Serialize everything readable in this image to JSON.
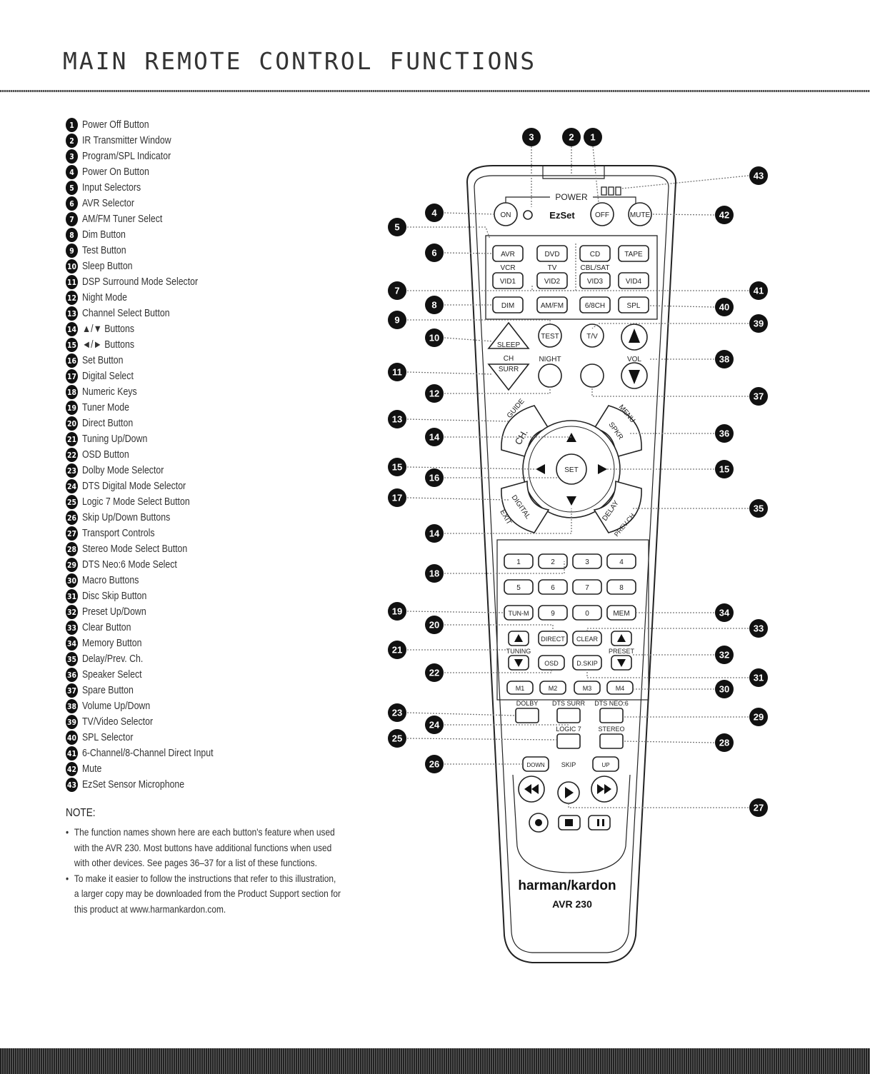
{
  "page": {
    "title": "MAIN REMOTE CONTROL FUNCTIONS"
  },
  "legend": [
    {
      "num": "1",
      "label": "Power Off Button"
    },
    {
      "num": "2",
      "label": "IR Transmitter Window"
    },
    {
      "num": "3",
      "label": "Program/SPL Indicator"
    },
    {
      "num": "4",
      "label": "Power On Button"
    },
    {
      "num": "5",
      "label": "Input Selectors"
    },
    {
      "num": "6",
      "label": "AVR Selector"
    },
    {
      "num": "7",
      "label": "AM/FM Tuner Select"
    },
    {
      "num": "8",
      "label": "Dim Button"
    },
    {
      "num": "9",
      "label": "Test Button"
    },
    {
      "num": "10",
      "label": "Sleep Button"
    },
    {
      "num": "11",
      "label": "DSP Surround Mode Selector"
    },
    {
      "num": "12",
      "label": "Night Mode"
    },
    {
      "num": "13",
      "label": "Channel Select Button"
    },
    {
      "num": "14",
      "label": "▲/▼ Buttons"
    },
    {
      "num": "15",
      "label": "◄/► Buttons"
    },
    {
      "num": "16",
      "label": "Set Button"
    },
    {
      "num": "17",
      "label": "Digital Select"
    },
    {
      "num": "18",
      "label": "Numeric Keys"
    },
    {
      "num": "19",
      "label": "Tuner Mode"
    },
    {
      "num": "20",
      "label": "Direct Button"
    },
    {
      "num": "21",
      "label": "Tuning Up/Down"
    },
    {
      "num": "22",
      "label": "OSD Button"
    },
    {
      "num": "23",
      "label": "Dolby Mode Selector"
    },
    {
      "num": "24",
      "label": "DTS Digital Mode Selector"
    },
    {
      "num": "25",
      "label": "Logic 7 Mode Select Button"
    },
    {
      "num": "26",
      "label": "Skip Up/Down Buttons"
    },
    {
      "num": "27",
      "label": "Transport Controls"
    },
    {
      "num": "28",
      "label": "Stereo Mode Select Button"
    },
    {
      "num": "29",
      "label": "DTS Neo:6 Mode Select"
    },
    {
      "num": "30",
      "label": "Macro Buttons"
    },
    {
      "num": "31",
      "label": "Disc Skip Button"
    },
    {
      "num": "32",
      "label": "Preset Up/Down"
    },
    {
      "num": "33",
      "label": "Clear Button"
    },
    {
      "num": "34",
      "label": "Memory Button"
    },
    {
      "num": "35",
      "label": "Delay/Prev. Ch."
    },
    {
      "num": "36",
      "label": "Speaker Select"
    },
    {
      "num": "37",
      "label": "Spare Button"
    },
    {
      "num": "38",
      "label": "Volume Up/Down"
    },
    {
      "num": "39",
      "label": "TV/Video Selector"
    },
    {
      "num": "40",
      "label": "SPL Selector"
    },
    {
      "num": "41",
      "label": "6-Channel/8-Channel Direct Input"
    },
    {
      "num": "42",
      "label": "Mute"
    },
    {
      "num": "43",
      "label": "EzSet Sensor Microphone"
    }
  ],
  "note": {
    "heading": "NOTE:",
    "items": [
      "The function names shown here are each button's feature when used with the AVR 230. Most buttons have additional functions when used with other devices. See pages 36–37 for a list of these functions.",
      "To make it easier to follow the instructions that refer to this illustration, a larger copy may be downloaded from the Product Support section for this product at www.harmankardon.com."
    ]
  },
  "remote": {
    "power": "POWER",
    "on": "ON",
    "off": "OFF",
    "mute": "MUTE",
    "ezset": "EzSet",
    "avr": "AVR",
    "dvd": "DVD",
    "cd": "CD",
    "tape": "TAPE",
    "vcr": "VCR",
    "tv": "TV",
    "cblsat": "CBL/SAT",
    "vid1": "VID1",
    "vid2": "VID2",
    "vid3": "VID3",
    "vid4": "VID4",
    "dim": "DIM",
    "amfm": "AM/FM",
    "six8ch": "6/8CH",
    "spl": "SPL",
    "sleep": "SLEEP",
    "test": "TEST",
    "tvv": "T/V",
    "ch": "CH",
    "surr": "SURR",
    "night": "NIGHT",
    "vol": "VOL",
    "guide": "GUIDE",
    "ch_rocker": "CH.",
    "menu": "MENU",
    "spkr": "SPKR",
    "set": "SET",
    "digital": "DIGITAL",
    "exit": "EXIT",
    "delay": "DELAY",
    "prevch": "PREV.CH.",
    "keys": [
      "1",
      "2",
      "3",
      "4",
      "5",
      "6",
      "7",
      "8"
    ],
    "tunm": "TUN-M",
    "nine": "9",
    "zero": "0",
    "mem": "MEM",
    "direct": "DIRECT",
    "clear": "CLEAR",
    "tuning": "TUNING",
    "preset": "PRESET",
    "osd": "OSD",
    "dskip": "D.SKIP",
    "m1": "M1",
    "m2": "M2",
    "m3": "M3",
    "m4": "M4",
    "dolby": "DOLBY",
    "dtssurr": "DTS SURR",
    "dtsneo": "DTS NEO:6",
    "logic7": "LOGIC 7",
    "stereo": "STEREO",
    "down": "DOWN",
    "skip": "SKIP",
    "up": "UP",
    "brand": "harman/kardon",
    "model": "AVR 230"
  },
  "colors": {
    "ink": "#111111",
    "leader": "#777777"
  }
}
